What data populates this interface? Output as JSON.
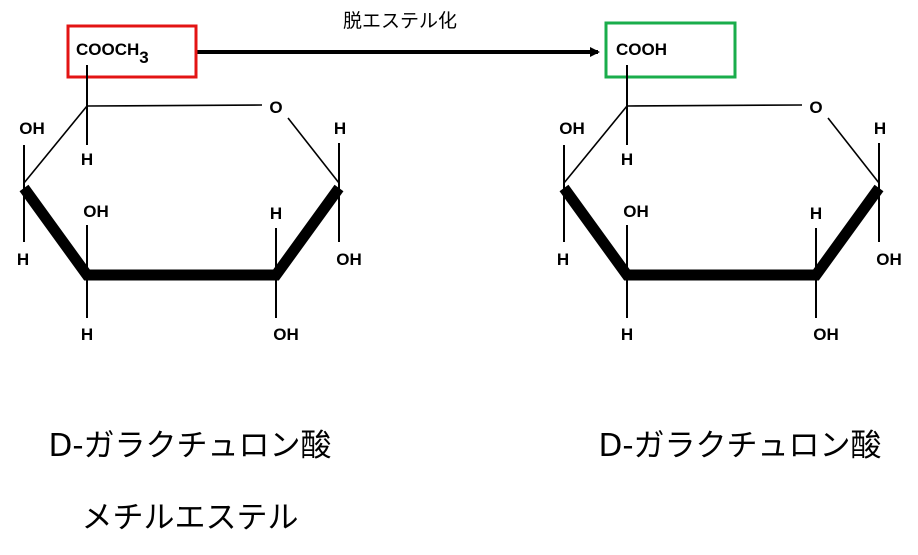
{
  "reaction": {
    "label": "脱エステル化",
    "arrow_color": "#000000"
  },
  "reactant": {
    "group": "COOCH",
    "group_subscript": "3",
    "highlight_color": "#e31414",
    "name_line1": "D-ガラクチュロン酸",
    "name_line2": "メチルエステル",
    "atoms": {
      "ring_o": "O",
      "h": "H",
      "oh": "OH"
    }
  },
  "product": {
    "group": "COOH",
    "highlight_color": "#1aad4b",
    "name_line1": "D-ガラクチュロン酸",
    "atoms": {
      "ring_o": "O",
      "h": "H",
      "oh": "OH"
    }
  }
}
